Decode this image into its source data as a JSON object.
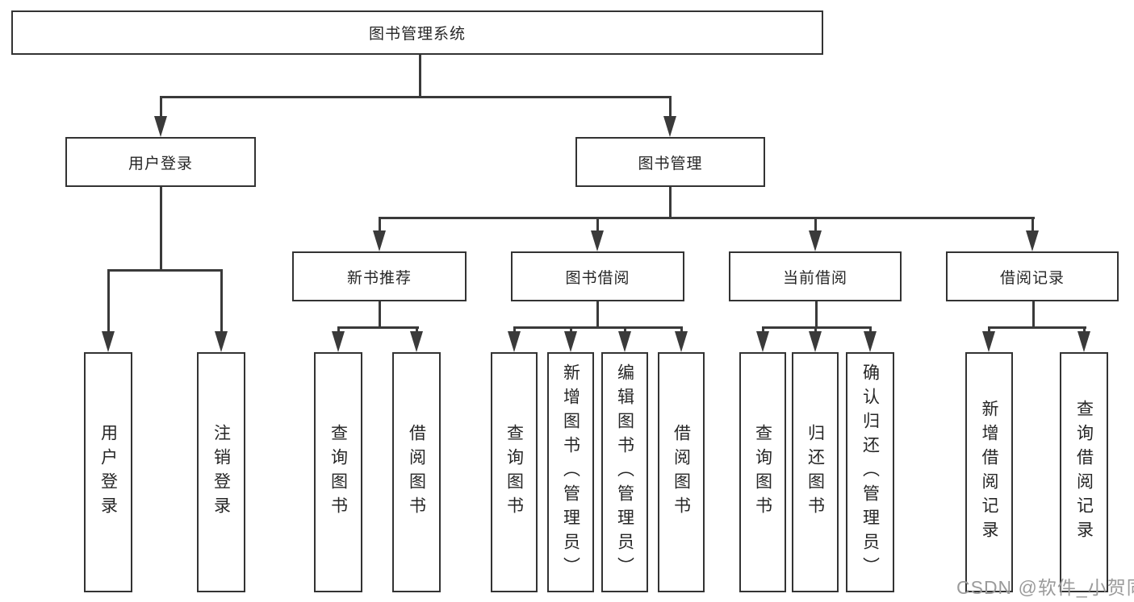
{
  "tree": {
    "label": "图书管理系统",
    "children": [
      {
        "label": "用户登录",
        "children": [
          {
            "label": "用户登录"
          },
          {
            "label": "注销登录"
          }
        ]
      },
      {
        "label": "图书管理",
        "children": [
          {
            "label": "新书推荐",
            "children": [
              {
                "label": "查询图书"
              },
              {
                "label": "借阅图书"
              }
            ]
          },
          {
            "label": "图书借阅",
            "children": [
              {
                "label": "查询图书"
              },
              {
                "label": "新增图书（管理员）"
              },
              {
                "label": "编辑图书（管理员）"
              },
              {
                "label": "借阅图书"
              }
            ]
          },
          {
            "label": "当前借阅",
            "children": [
              {
                "label": "查询图书"
              },
              {
                "label": "归还图书"
              },
              {
                "label": "确认归还（管理员）"
              }
            ]
          },
          {
            "label": "借阅记录",
            "children": [
              {
                "label": "新增借阅记录"
              },
              {
                "label": "查询借阅记录"
              }
            ]
          }
        ]
      }
    ]
  },
  "watermark": {
    "text": "CSDN @软件_小贺同学"
  },
  "colors": {
    "line": "#3a3a3a",
    "border": "#333333",
    "text": "#262626",
    "watermark": "#9b9b9b"
  }
}
